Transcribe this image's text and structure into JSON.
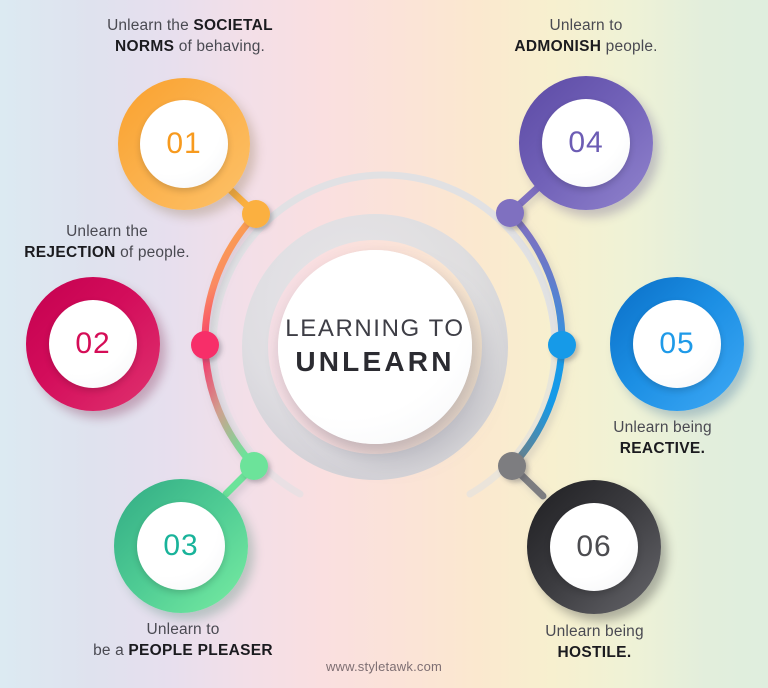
{
  "center": {
    "line1": "LEARNING TO",
    "line2": "UNLEARN"
  },
  "footer": {
    "url": "www.styletawk.com"
  },
  "colors": {
    "background_left": "#dceaf2",
    "background_mid": "#fadfe0",
    "background_right": "#dfeede",
    "hub_text": "#2b2b31",
    "caption_text": "#4a4a52",
    "caption_bold": "#1b1b1f",
    "footer_text": "#7e6f73",
    "arc_outer_gray": "#d9dadf"
  },
  "nodes": [
    {
      "number": "01",
      "color": "#f9a12e",
      "color_dark": "#f59015",
      "color_light": "#fdbc57",
      "dot_color": "#fbb040",
      "caption_html": "Unlearn the <b>SOCIETAL</b><br>NORMS<span> of behaving.</span>",
      "caption_line1_plain": "Unlearn the SOCIETAL",
      "caption_line2_plain": "NORMS of behaving.",
      "caption_bold_words": "SOCIETAL NORMS"
    },
    {
      "number": "02",
      "color": "#cf0b56",
      "color_dark": "#b60a4c",
      "color_light": "#e0366f",
      "dot_color": "#f72e69",
      "caption_line1_plain": "Unlearn the",
      "caption_line2_plain": "REJECTION of people.",
      "caption_bold_words": "REJECTION"
    },
    {
      "number": "03",
      "color": "#3dbf8e",
      "color_dark": "#2fae86",
      "color_light": "#72e69b",
      "dot_color": "#6ce39a",
      "caption_line1_plain": "Unlearn to",
      "caption_line2_plain": "be a PEOPLE PLEASER",
      "caption_bold_words": "PEOPLE PLEASER"
    },
    {
      "number": "04",
      "color": "#6f5eb5",
      "color_dark": "#5d4da3",
      "color_light": "#8d7fc8",
      "dot_color": "#7f6fc0",
      "caption_line1_plain": "Unlearn to",
      "caption_line2_plain": "ADMONISH people.",
      "caption_bold_words": "ADMONISH"
    },
    {
      "number": "05",
      "color": "#1f8fe8",
      "color_dark": "#0d6fc9",
      "color_light": "#3ba7f4",
      "dot_color": "#159ae8",
      "caption_line1_plain": "Unlearn being",
      "caption_line2_plain": "REACTIVE.",
      "caption_bold_words": "REACTIVE."
    },
    {
      "number": "06",
      "color": "#3b3b3e",
      "color_dark": "#232326",
      "color_light": "#5f5f63",
      "dot_color": "#7d7d80",
      "caption_line1_plain": "Unlearn being",
      "caption_line2_plain": "HOSTILE.",
      "caption_bold_words": "HOSTILE."
    }
  ]
}
